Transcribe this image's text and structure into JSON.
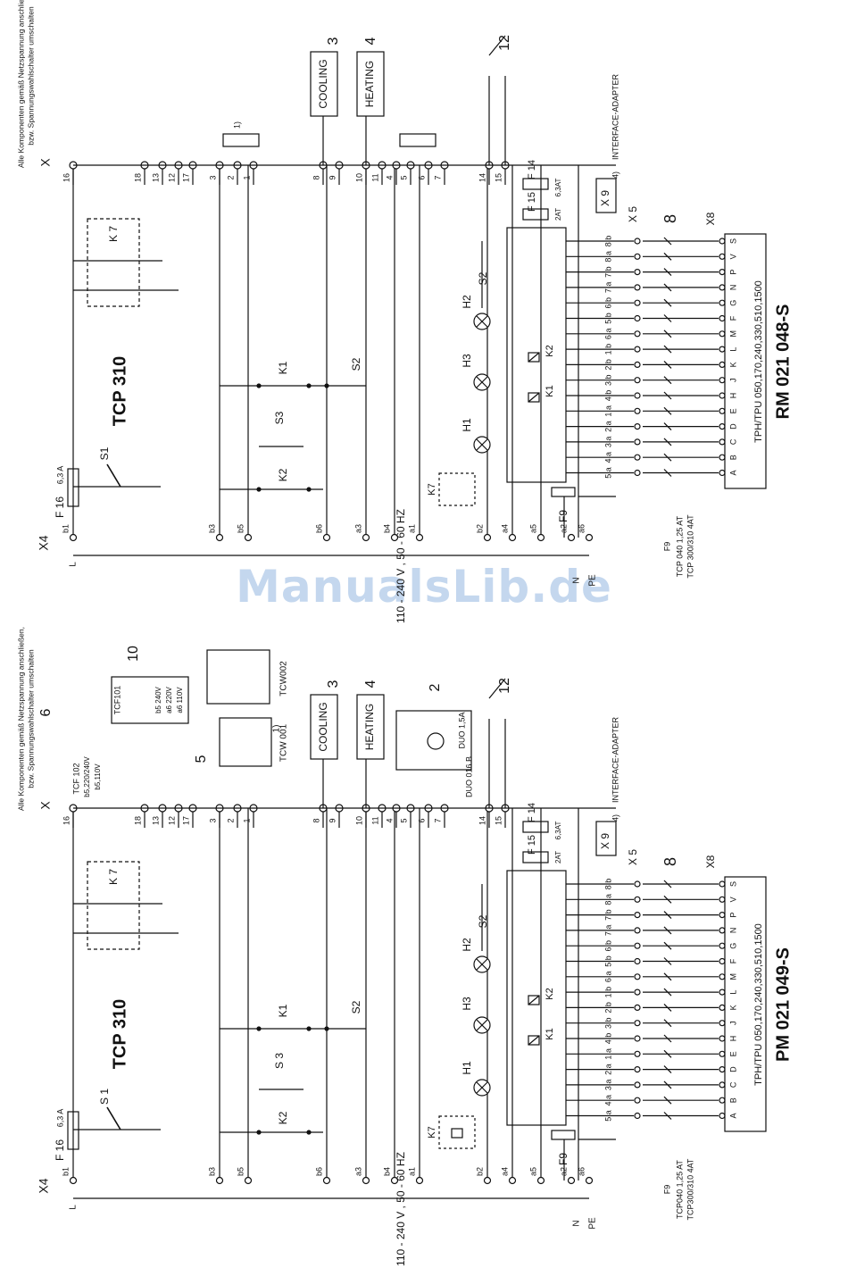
{
  "watermark": "ManualsLib.de",
  "diagrams": [
    {
      "id": "top",
      "model_code": "RM 021 048-S",
      "title": "TCP 310",
      "note": [
        "Alle Komponenten gemäß Netzspannung anschließen,",
        "bzw. Spannungswahlschalter umschalten"
      ],
      "supply": "110 - 240 V , 50 - 60 HZ",
      "series": "TPH/TPU 050,170,240,330,510,1500",
      "letters": [
        "A",
        "B",
        "C",
        "D",
        "E",
        "H",
        "J",
        "K",
        "L",
        "M",
        "F",
        "G",
        "N",
        "P",
        "V",
        "S"
      ],
      "pins": [
        "5 a",
        "4 a",
        "3 a",
        "2 a",
        "1 a",
        "4 b",
        "3 b",
        "2 b",
        "1 b",
        "6 a",
        "5 b",
        "6 b",
        "7 a",
        "7 b",
        "8 a",
        "8 b"
      ],
      "labels": {
        "x": "X",
        "x4": "X4",
        "x5": "X 5",
        "x8": "X8",
        "x9": "X 9",
        "f16": "F 16",
        "f16_rating": "6,3 A",
        "f9": "F9",
        "f14": "F 14",
        "f14_rating": "6,3AT",
        "f15": "F 15",
        "f15_rating": "2AT",
        "k7": "K 7",
        "k7b": "K7",
        "s1": "S1",
        "s2": "S2",
        "s2b": "S2",
        "s3": "S3",
        "k1": "K1",
        "k2": "K2",
        "h1": "H1",
        "h2": "H2",
        "h3": "H3",
        "k1r": "K1",
        "k2r": "K2",
        "cooling": "COOLING",
        "heating": "HEATING",
        "cooling_num": "3",
        "heating_num": "4",
        "ref12": "12",
        "ref8": "8",
        "note1": "1)",
        "note4": "4)",
        "interface": "INTERFACE-ADAPTER",
        "l": "L",
        "n": "N",
        "pe": "PE",
        "f9_head": "F9",
        "f9_rows": [
          "TCP 040  1,25 AT",
          "TCP 300/310  4AT"
        ]
      },
      "terminals": [
        "16",
        "18",
        "13",
        "12",
        "17",
        "3",
        "2",
        "1",
        "8",
        "9",
        "10",
        "11",
        "4",
        "5",
        "6",
        "7",
        "14",
        "15"
      ],
      "bus": [
        "b1",
        "b3",
        "b5",
        "b6",
        "a3",
        "b4",
        "a1",
        "b2",
        "a4",
        "a5",
        "a2",
        "a6"
      ]
    },
    {
      "id": "bottom",
      "model_code": "PM 021 049-S",
      "title": "TCP 310",
      "note": [
        "Alle Komponenten gemäß Netzspannung anschließen,",
        "bzw. Spannungswahlschalter umschalten"
      ],
      "supply": "110 - 240 V , 50 - 60 HZ",
      "series": "TPH/TPU 050,170,240,330,510,1500",
      "letters": [
        "A",
        "B",
        "C",
        "D",
        "E",
        "H",
        "J",
        "K",
        "L",
        "M",
        "F",
        "G",
        "N",
        "P",
        "V",
        "S"
      ],
      "pins": [
        "5 a",
        "4 a",
        "3 a",
        "2 a",
        "1 a",
        "4 b",
        "3 b",
        "2 b",
        "1 b",
        "6 a",
        "5 b",
        "6 b",
        "7 a",
        "7 b",
        "8 a",
        "8 b"
      ],
      "labels": {
        "x": "X",
        "x4": "X4",
        "x5": "X 5",
        "x8": "X8",
        "x9": "X 9",
        "f16": "F 16",
        "f16_rating": "6,3 A",
        "f9": "F9",
        "f14": "F 14",
        "f14_rating": "6,3AT",
        "f15": "F 15",
        "f15_rating": "2AT",
        "k7": "K 7",
        "k7b": "K7",
        "s1": "S 1",
        "s2": "S2",
        "s2b": "S2",
        "s3": "S 3",
        "k1": "K1",
        "k2": "K2",
        "h1": "H1",
        "h2": "H2",
        "h3": "H3",
        "k1r": "K1",
        "k2r": "K2",
        "cooling": "COOLING",
        "heating": "HEATING",
        "cooling_num": "3",
        "heating_num": "4",
        "ref12": "12",
        "ref8": "8",
        "note1": "1)",
        "note4": "4)",
        "interface": "INTERFACE-ADAPTER",
        "l": "L",
        "n": "N",
        "pe": "PE",
        "f9_head": "F9",
        "f9_rows": [
          "TCP040  1,25 AT",
          "TCP300/310  4AT"
        ],
        "ref6": "6",
        "ref10": "10",
        "ref5": "5",
        "ref2": "2",
        "ref1": "1)",
        "tcf101": "TCF101",
        "tcf102": "TCF 102",
        "tcw001": "TCW 001",
        "tcw002": "TCW002",
        "duo1": "DUO 1,5A",
        "duo2": "DUO 016 B",
        "volt_a": "b5,220/240V",
        "volt_b": "b5,110V",
        "volt_c": "b5 240V",
        "volt_d": "a6 220V",
        "volt_e": "a6 110V"
      },
      "terminals": [
        "16",
        "18",
        "13",
        "12",
        "17",
        "3",
        "2",
        "1",
        "8",
        "9",
        "10",
        "11",
        "4",
        "5",
        "6",
        "7",
        "14",
        "15"
      ],
      "bus": [
        "b1",
        "b3",
        "b5",
        "b6",
        "a3",
        "b4",
        "a1",
        "b2",
        "a4",
        "a5",
        "a2",
        "a6"
      ]
    }
  ]
}
